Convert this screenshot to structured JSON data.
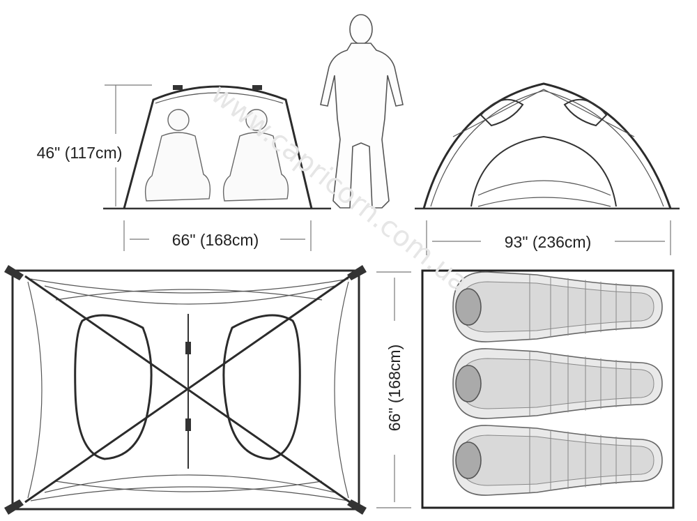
{
  "dimensions": {
    "height_label": "46\" (117cm)",
    "width_label": "66\" (168cm)",
    "length_label": "93\" (236cm)",
    "floor_width_label": "66\" (168cm)"
  },
  "watermark": "www.capricorn.com.ua",
  "icons": {
    "person_standing": "person-silhouette-icon",
    "seated_people": "seated-person-icon",
    "sleeping_bags": "sleeping-bag-icon"
  }
}
